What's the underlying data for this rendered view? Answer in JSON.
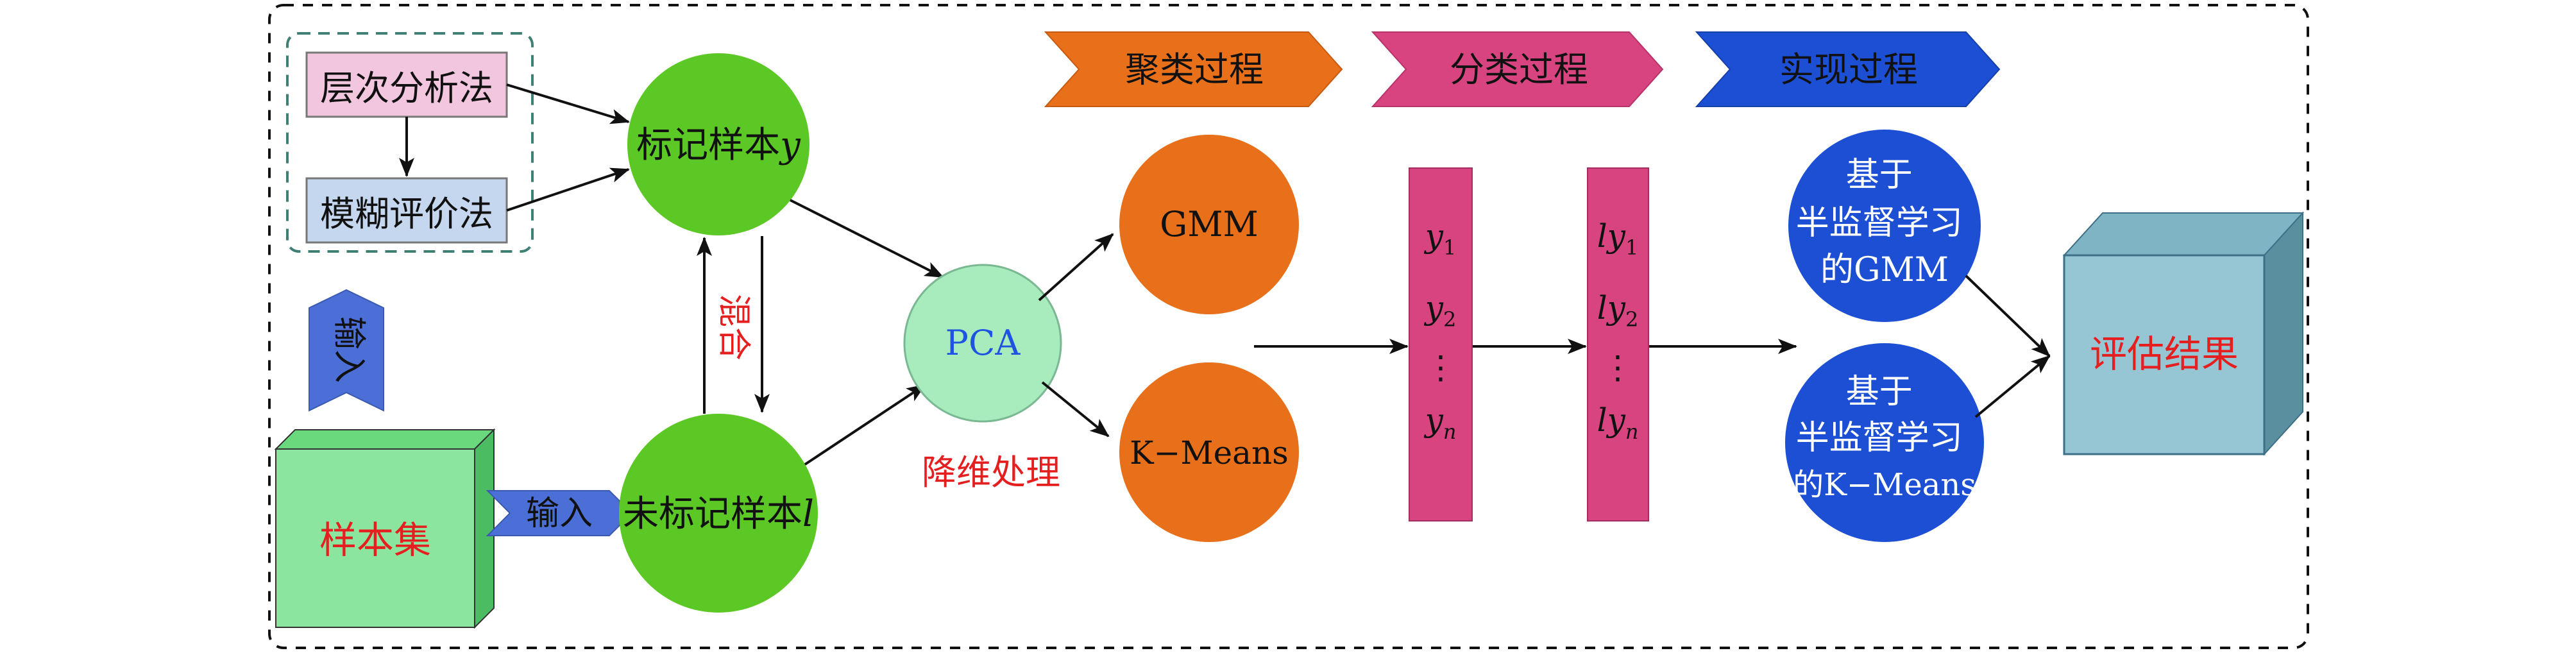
{
  "boxes": {
    "ahp": "层次分析法",
    "fuzzy": "模糊评价法",
    "sample_set": "样本集",
    "result": "评估结果"
  },
  "circles": {
    "labeled": "标记样本",
    "labeled_var": "y",
    "unlabeled": "未标记样本",
    "unlabeled_var": "l",
    "pca": "PCA",
    "gmm": "GMM",
    "kmeans": "K−Means",
    "ss_gmm": [
      "基于",
      "半监督学习",
      "的GMM"
    ],
    "ss_kmeans": [
      "基于",
      "半监督学习",
      "的K−Means"
    ]
  },
  "labels": {
    "input_vertical": "输入",
    "input_horizontal": "输入",
    "mix": "混合",
    "dim_reduce": "降维处理"
  },
  "legend": {
    "cluster": "聚类过程",
    "classify": "分类过程",
    "implement": "实现过程"
  },
  "bars": {
    "y": {
      "prefix": "",
      "var": "y",
      "subs": [
        "1",
        "2",
        "n"
      ],
      "dots": "⋮"
    },
    "ly": {
      "prefix": "l",
      "var": "y",
      "subs": [
        "1",
        "2",
        "n"
      ],
      "dots": "⋮"
    }
  },
  "colors": {
    "green": "#5cc825",
    "pca": "#a8ecbe",
    "orange": "#e8701a",
    "pink": "#d8447f",
    "blue": "#1d4fd4",
    "arrow_blue": "#4b6fd6",
    "red_text": "#e51f1f",
    "pink_box": "#f3c6df",
    "blue_box": "#c5d7ef"
  }
}
